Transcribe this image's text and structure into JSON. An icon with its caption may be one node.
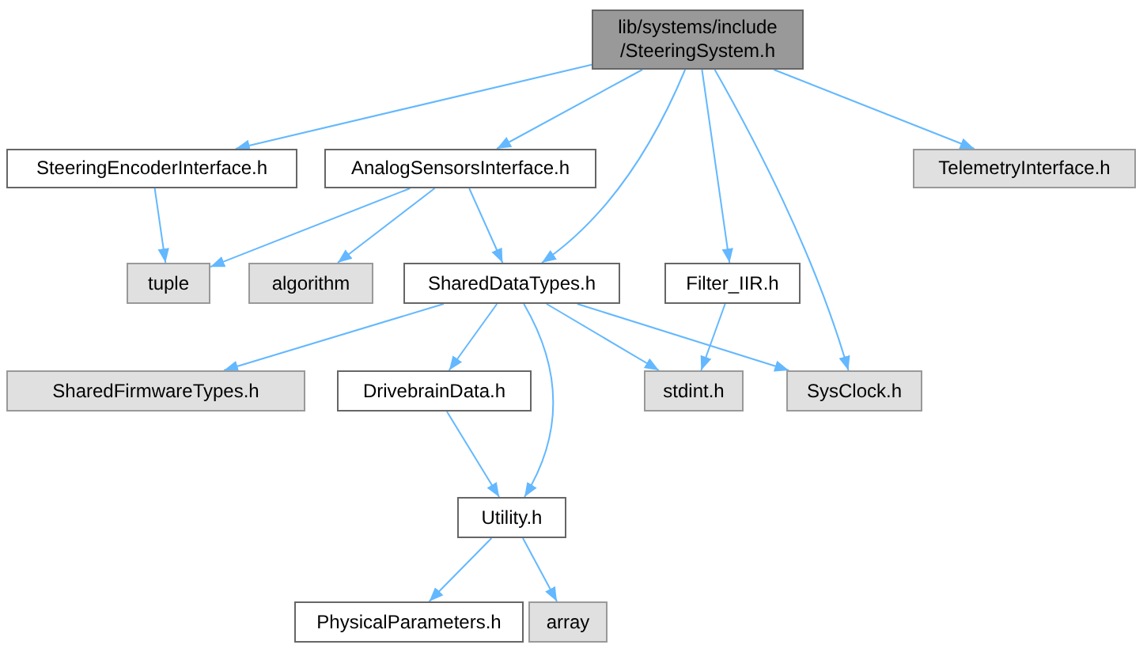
{
  "diagram": {
    "nodes": [
      {
        "text": [
          "lib/systems/include /SteeringSystem.h"
        ]
      },
      {
        "text": [
          "SteeringEncoderInterface.h"
        ]
      },
      {
        "text": [
          "AnalogSensorsInterface.h"
        ]
      },
      {
        "text": [
          "TelemetryInterface.h"
        ]
      },
      {
        "text": [
          "tuple"
        ]
      },
      {
        "text": [
          "algorithm"
        ]
      },
      {
        "text": [
          "SharedDataTypes.h"
        ]
      },
      {
        "text": [
          "Filter_IIR.h"
        ]
      },
      {
        "text": [
          "SharedFirmwareTypes.h"
        ]
      },
      {
        "text": [
          "DrivebrainData.h"
        ]
      },
      {
        "text": [
          "stdint.h"
        ]
      },
      {
        "text": [
          "SysClock.h"
        ]
      },
      {
        "text": [
          "Utility.h"
        ]
      },
      {
        "text": [
          "PhysicalParameters.h"
        ]
      },
      {
        "text": [
          "array"
        ]
      }
    ],
    "edges": [
      {
        "from": 0,
        "to": 1,
        "arrow": "to"
      },
      {
        "from": 0,
        "to": 2,
        "arrow": "to"
      },
      {
        "from": 0,
        "to": 6,
        "arrow": "to"
      },
      {
        "from": 0,
        "to": 7,
        "arrow": "to"
      },
      {
        "from": 0,
        "to": 11,
        "arrow": "to"
      },
      {
        "from": 0,
        "to": 3,
        "arrow": "to"
      },
      {
        "from": 1,
        "to": 4,
        "arrow": "to"
      },
      {
        "from": 2,
        "to": 4,
        "arrow": "to"
      },
      {
        "from": 2,
        "to": 5,
        "arrow": "to"
      },
      {
        "from": 2,
        "to": 6,
        "arrow": "to"
      },
      {
        "from": 6,
        "to": 8,
        "arrow": "to"
      },
      {
        "from": 6,
        "to": 9,
        "arrow": "to"
      },
      {
        "from": 6,
        "to": 12,
        "arrow": "to"
      },
      {
        "from": 6,
        "to": 10,
        "arrow": "to"
      },
      {
        "from": 6,
        "to": 11,
        "arrow": "to"
      },
      {
        "from": 7,
        "to": 10,
        "arrow": "to"
      },
      {
        "from": 9,
        "to": 12,
        "arrow": "to"
      },
      {
        "from": 12,
        "to": 13,
        "arrow": "to"
      },
      {
        "from": 12,
        "to": 14,
        "arrow": "to"
      }
    ]
  }
}
